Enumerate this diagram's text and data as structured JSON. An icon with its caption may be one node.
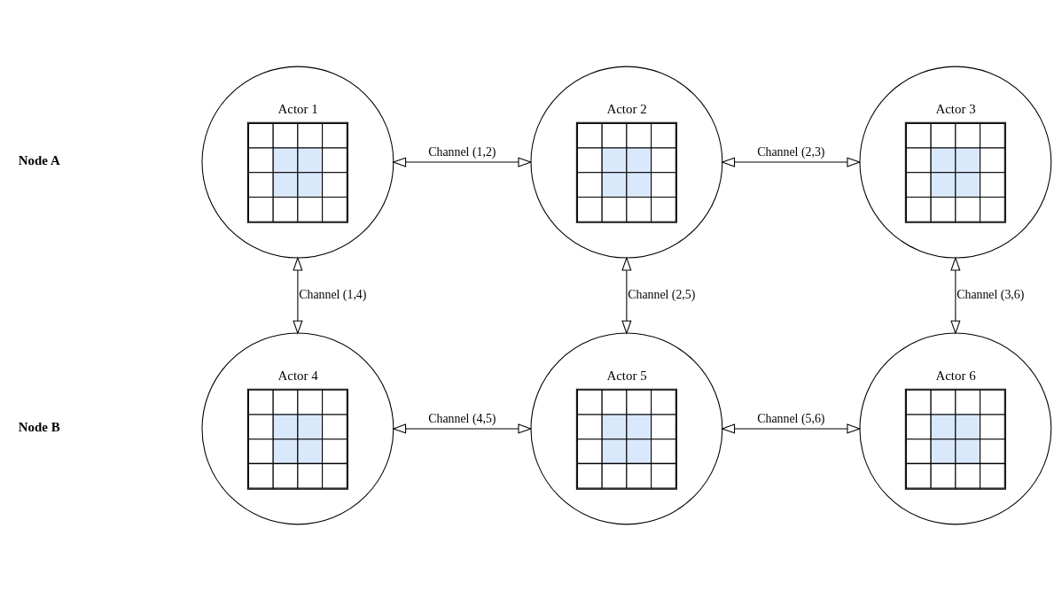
{
  "diagram": {
    "nodes": [
      {
        "text": [
          "Actor 1"
        ]
      },
      {
        "text": [
          "Actor 2"
        ]
      },
      {
        "text": [
          "Actor 3"
        ]
      },
      {
        "text": [
          "Actor 4"
        ]
      },
      {
        "text": [
          "Actor 5"
        ]
      },
      {
        "text": [
          "Actor 6"
        ]
      }
    ],
    "edges": [
      {
        "from": 0,
        "to": 1,
        "arrow": "both",
        "label": "Channel (1,2)"
      },
      {
        "from": 1,
        "to": 2,
        "arrow": "both",
        "label": "Channel (2,3)"
      },
      {
        "from": 0,
        "to": 3,
        "arrow": "both",
        "label": "Channel (1,4)"
      },
      {
        "from": 1,
        "to": 4,
        "arrow": "both",
        "label": "Channel (2,5)"
      },
      {
        "from": 2,
        "to": 5,
        "arrow": "both",
        "label": "Channel (3,6)"
      },
      {
        "from": 3,
        "to": 4,
        "arrow": "both",
        "label": "Channel (4,5)"
      },
      {
        "from": 4,
        "to": 5,
        "arrow": "both",
        "label": "Channel (5,6)"
      }
    ],
    "labels": [
      "Node A",
      "Node B"
    ]
  }
}
